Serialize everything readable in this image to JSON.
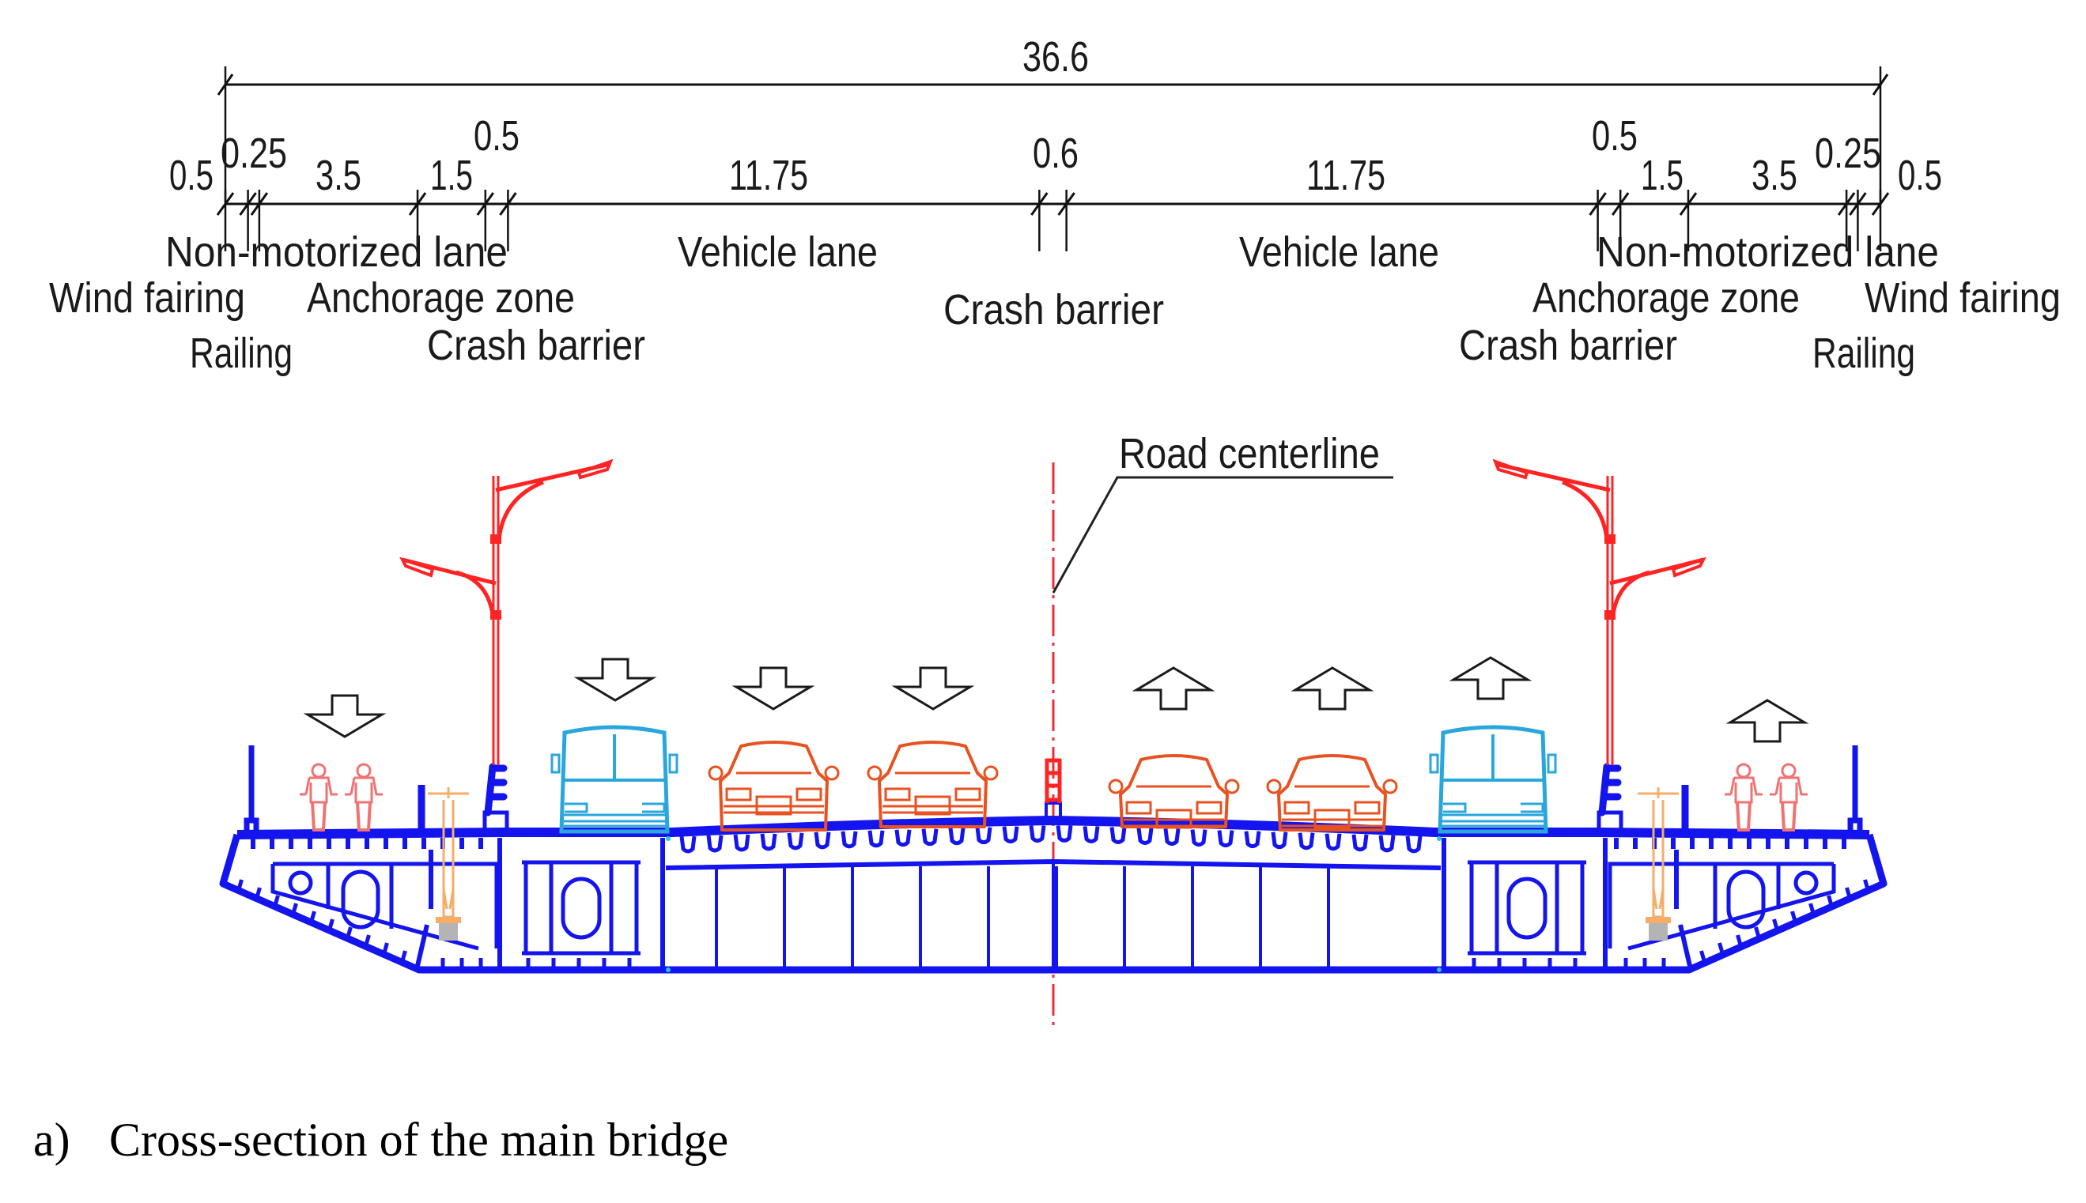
{
  "colors": {
    "deck": "#1414ee",
    "lamp": "#ff2424",
    "car": "#e85220",
    "bus": "#29a6dc",
    "cyclist": "#f07272",
    "bicycle": "#f5ad68",
    "bicycle_base": "#b4b4b4",
    "centerline": "#e8323a",
    "dimension": "#111111",
    "connector": "#22c6e8"
  },
  "dimensions": {
    "unit": "m",
    "total": {
      "value": 36.6,
      "label": "36.6"
    },
    "segments": [
      {
        "value": 0.5,
        "label": "0.5",
        "name": "wind-fairing-left"
      },
      {
        "value": 0.25,
        "label": "0.25",
        "name": "railing-left"
      },
      {
        "value": 3.5,
        "label": "3.5",
        "name": "non-motorized-lane-left"
      },
      {
        "value": 1.5,
        "label": "1.5",
        "name": "anchorage-zone-left"
      },
      {
        "value": 0.5,
        "label": "0.5",
        "name": "crash-barrier-left"
      },
      {
        "value": 11.75,
        "label": "11.75",
        "name": "vehicle-lane-left"
      },
      {
        "value": 0.6,
        "label": "0.6",
        "name": "crash-barrier-center"
      },
      {
        "value": 11.75,
        "label": "11.75",
        "name": "vehicle-lane-right"
      },
      {
        "value": 0.5,
        "label": "0.5",
        "name": "crash-barrier-right"
      },
      {
        "value": 1.5,
        "label": "1.5",
        "name": "anchorage-zone-right"
      },
      {
        "value": 3.5,
        "label": "3.5",
        "name": "non-motorized-lane-right"
      },
      {
        "value": 0.25,
        "label": "0.25",
        "name": "railing-right"
      },
      {
        "value": 0.5,
        "label": "0.5",
        "name": "wind-fairing-right"
      }
    ]
  },
  "labels": {
    "left": {
      "non_motorized_lane": "Non-motorized lane",
      "wind_fairing": "Wind fairing",
      "anchorage_zone": "Anchorage zone",
      "railing": "Railing",
      "crash_barrier": "Crash barrier",
      "vehicle_lane": "Vehicle lane"
    },
    "center": {
      "crash_barrier": "Crash barrier"
    },
    "right": {
      "vehicle_lane": "Vehicle lane",
      "non_motorized_lane": "Non-motorized lane",
      "anchorage_zone": "Anchorage zone",
      "wind_fairing": "Wind fairing",
      "crash_barrier": "Crash barrier",
      "railing": "Railing"
    },
    "road_centerline": "Road centerline"
  },
  "traffic": {
    "left_direction": "down",
    "right_direction": "up",
    "left_lanes": [
      "cyclists",
      "bus",
      "car",
      "car"
    ],
    "right_lanes": [
      "car",
      "car",
      "bus",
      "cyclists"
    ]
  },
  "caption": {
    "tag": "a)",
    "text": "Cross-section of the main bridge"
  }
}
